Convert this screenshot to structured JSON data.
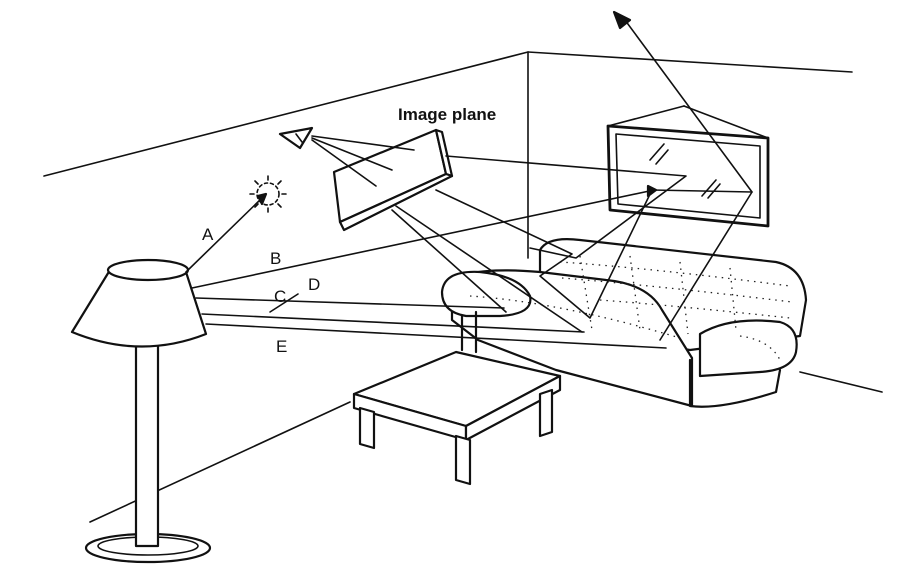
{
  "labels": {
    "image_plane": "Image plane",
    "ray_a": "A",
    "ray_b": "B",
    "ray_c": "C",
    "ray_d": "D",
    "ray_e": "E"
  },
  "colors": {
    "ink": "#111111",
    "background": "#ffffff"
  }
}
